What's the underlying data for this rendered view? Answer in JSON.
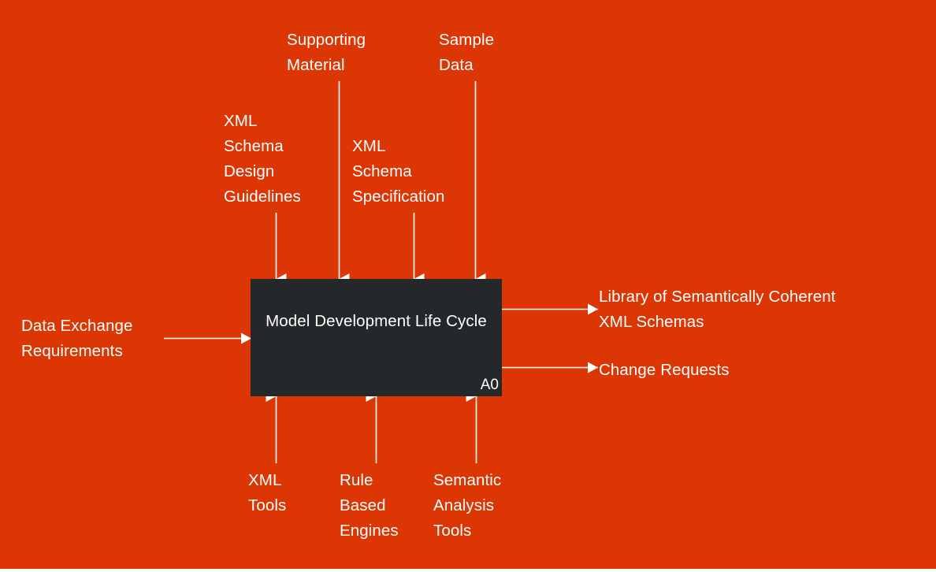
{
  "diagram": {
    "type": "IDEF0 context diagram",
    "background_color": "#DD3605",
    "box_color": "#25282A",
    "line_color": "#FFFFFF",
    "process": {
      "title": "Model Development Life\nCycle",
      "node_code": "A0"
    },
    "controls": [
      {
        "id": "xml-schema-design-guidelines",
        "label": "XML\nSchema\nDesign\nGuidelines"
      },
      {
        "id": "supporting-material",
        "label": "Supporting\nMaterial"
      },
      {
        "id": "xml-schema-specification",
        "label": "XML\nSchema\nSpecification"
      },
      {
        "id": "sample-data",
        "label": "Sample\nData"
      }
    ],
    "inputs": [
      {
        "id": "data-exchange-requirements",
        "label": "Data Exchange\nRequirements"
      }
    ],
    "outputs": [
      {
        "id": "library-of-semantically-coherent-xml-schemas",
        "label": "Library of Semantically Coherent\nXML Schemas"
      },
      {
        "id": "change-requests",
        "label": "Change Requests"
      }
    ],
    "mechanisms": [
      {
        "id": "xml-tools",
        "label": "XML\nTools"
      },
      {
        "id": "rule-based-engines",
        "label": "Rule\nBased\nEngines"
      },
      {
        "id": "semantic-analysis-tools",
        "label": "Semantic\nAnalysis\nTools"
      }
    ]
  }
}
